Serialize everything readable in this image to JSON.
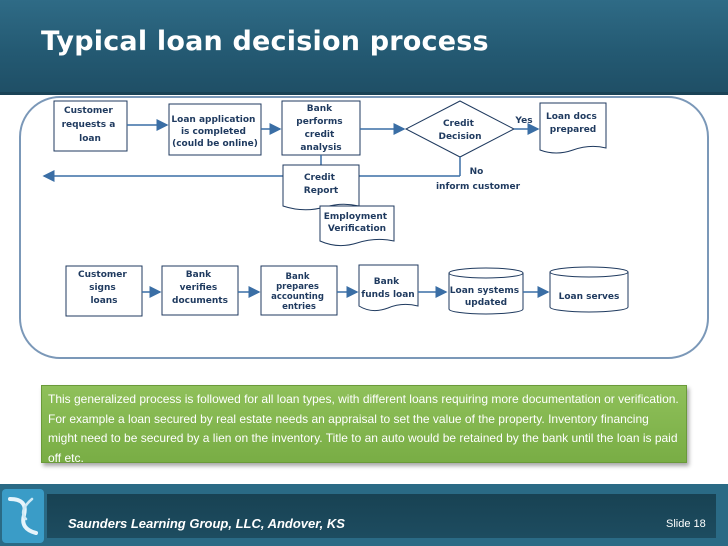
{
  "title": "Typical loan decision process",
  "colors": {
    "title_bar": "#2a6480",
    "flow_box_stroke": "#1f3a5f",
    "note_bg": "#82b54e",
    "footer": "#2a6a85"
  },
  "flow": {
    "row1": {
      "customer_requests": [
        "Customer",
        "requests a",
        "loan"
      ],
      "loan_application": [
        "Loan application",
        "is completed",
        "(could be online)"
      ],
      "bank_performs": [
        "Bank",
        "performs",
        "credit",
        "analysis"
      ],
      "credit_decision": [
        "Credit",
        "Decision"
      ],
      "yes_label": "Yes",
      "loan_docs": [
        "Loan docs",
        "prepared"
      ]
    },
    "row2": {
      "credit_report": [
        "Credit",
        "Report"
      ],
      "no_label": [
        "No",
        "inform customer"
      ],
      "employment": [
        "Employment",
        "Verification"
      ]
    },
    "row3": {
      "customer_signs": [
        "Customer",
        "signs",
        "loans"
      ],
      "bank_verifies": [
        "Bank",
        "verifies",
        "documents"
      ],
      "bank_prepares": [
        "Bank",
        "prepares",
        "accounting",
        "entries"
      ],
      "bank_funds": [
        "Bank",
        "funds loan"
      ],
      "loan_systems": [
        "Loan systems",
        "updated"
      ],
      "loan_serves": "Loan  serves"
    }
  },
  "note": "This generalized process is followed for all loan types, with different loans requiring more documentation or verification.  For example a loan secured by real estate needs an appraisal to set the value of the property. Inventory financing might need to be secured by a lien on the inventory. Title to an auto would be retained by the bank until the loan is paid off etc.",
  "footer": {
    "company": "Saunders Learning Group, LLC, Andover, KS",
    "slide": "Slide 18",
    "logo_icon": "swirl-logo-icon"
  }
}
